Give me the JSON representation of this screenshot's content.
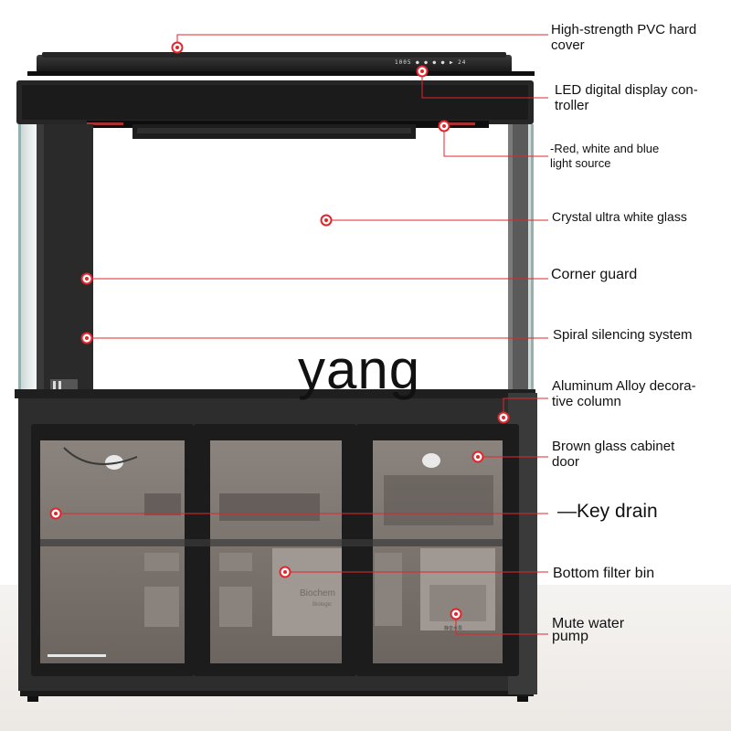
{
  "watermark": "yang",
  "controller_display": "1005 ● ● ● ● ▶ 24",
  "filter_box_brand": "Biochem",
  "filter_box_subbrand": "Biologic",
  "pump_label": "静音水泵",
  "colors": {
    "callout_line": "#e3262b",
    "callout_dot": "#e3262b",
    "frame": "#2b2b2b",
    "glass": "#c9d3d3",
    "cabinet": "#2d2d2d",
    "door_glass": "#7a736d",
    "floor": "#eeeae6",
    "text": "#111111"
  },
  "callouts": [
    {
      "lines": [
        "High-strength PVC hard",
        "cover"
      ]
    },
    {
      "lines": [
        "LED digital display con-",
        "troller"
      ]
    },
    {
      "lines": [
        "-Red, white and blue",
        "light source"
      ]
    },
    {
      "lines": [
        "Crystal ultra white glass"
      ]
    },
    {
      "lines": [
        "Corner guard"
      ]
    },
    {
      "lines": [
        "Spiral silencing system"
      ]
    },
    {
      "lines": [
        "Aluminum Alloy decora-",
        "tive column"
      ]
    },
    {
      "lines": [
        "Brown glass cabinet",
        "door"
      ]
    },
    {
      "lines": [
        "—Key drain"
      ]
    },
    {
      "lines": [
        "Bottom filter bin"
      ]
    },
    {
      "lines": [
        "Mute water",
        "pump"
      ]
    }
  ]
}
